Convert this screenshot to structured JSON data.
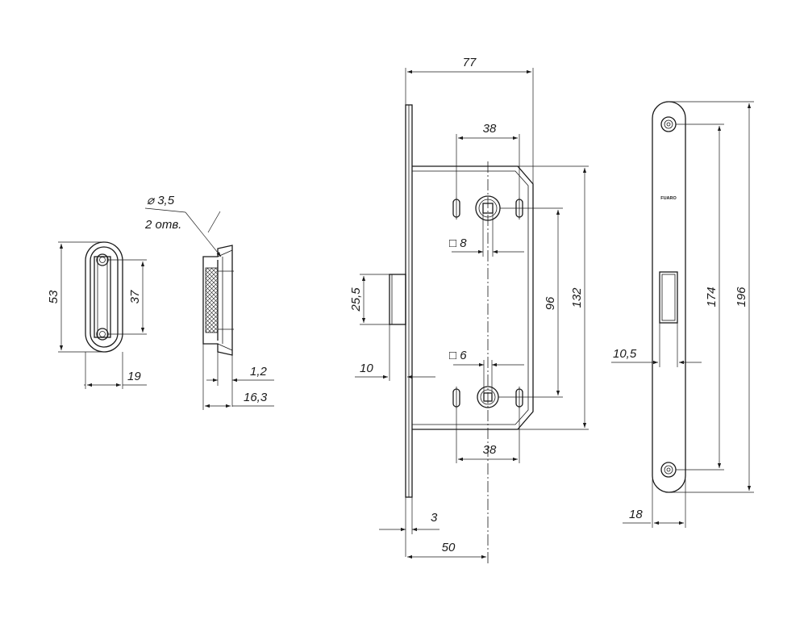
{
  "strike_plate": {
    "height_label": "53",
    "hole_spacing_label": "37",
    "width_label": "19"
  },
  "strike_side_view": {
    "hole_diameter_label": "⌀ 3,5",
    "hole_count_label": "2 отв.",
    "plate_thickness_label": "1,2",
    "depth_label": "16,3"
  },
  "lock_body": {
    "overall_width_label": "77",
    "top_hole_spacing_label": "38",
    "upper_square_label": "□ 8",
    "lower_square_label": "□ 6",
    "bottom_hole_spacing_label": "38",
    "latch_height_label": "25,5",
    "latch_projection_label": "10",
    "spindle_distance_label": "96",
    "body_height_label": "132",
    "faceplate_thickness_label": "3",
    "backset_label": "50"
  },
  "faceplate": {
    "brand_text": "FUARO",
    "hole_spacing_label": "174",
    "overall_height_label": "196",
    "latch_offset_label": "10,5",
    "width_label": "18"
  }
}
